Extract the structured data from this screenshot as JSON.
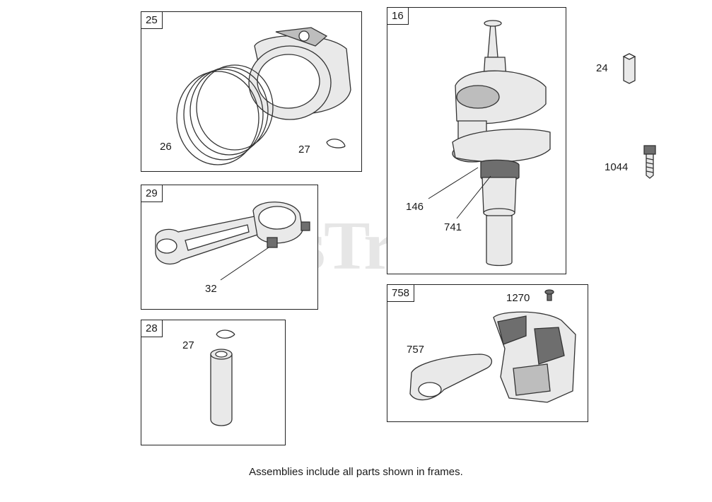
{
  "frames": [
    {
      "id": "25",
      "callouts": [
        "26",
        "27"
      ]
    },
    {
      "id": "29",
      "callouts": [
        "32"
      ]
    },
    {
      "id": "28",
      "callouts": [
        "27"
      ]
    },
    {
      "id": "16",
      "callouts": [
        "146",
        "741"
      ]
    },
    {
      "id": "758",
      "callouts": [
        "757",
        "1270"
      ]
    }
  ],
  "loose_parts": [
    "24",
    "1044"
  ],
  "watermark": {
    "text": "PartsTree",
    "tm": "TM"
  },
  "caption": "Assemblies include all parts shown in frames."
}
